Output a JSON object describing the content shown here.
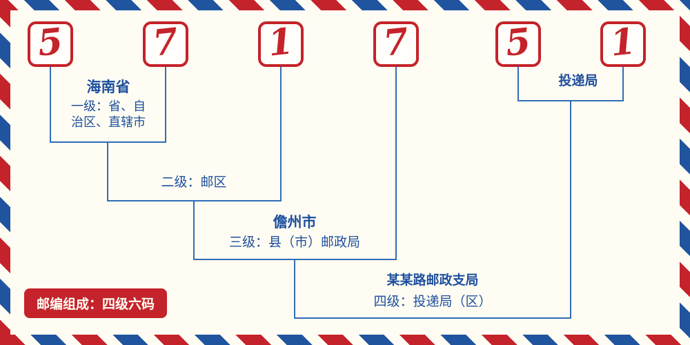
{
  "postal_code": {
    "digits": [
      "5",
      "7",
      "1",
      "7",
      "5",
      "1"
    ]
  },
  "labels": {
    "level1_place": "海南省",
    "level1": "一级：省、自\n治区、直辖市",
    "level2": "二级：邮区",
    "level3_place": "儋州市",
    "level3": "三级：县（市）邮政局",
    "level4_place": "某某路邮政支局",
    "level4": "四级：投递局（区）",
    "delivery": "投递局"
  },
  "badge": {
    "text": "邮编组成：四级六码"
  },
  "colors": {
    "red": "#c4232b",
    "blue_text": "#1d4f9e",
    "blue_line": "#2f6db8",
    "background": "#fffdf3"
  }
}
